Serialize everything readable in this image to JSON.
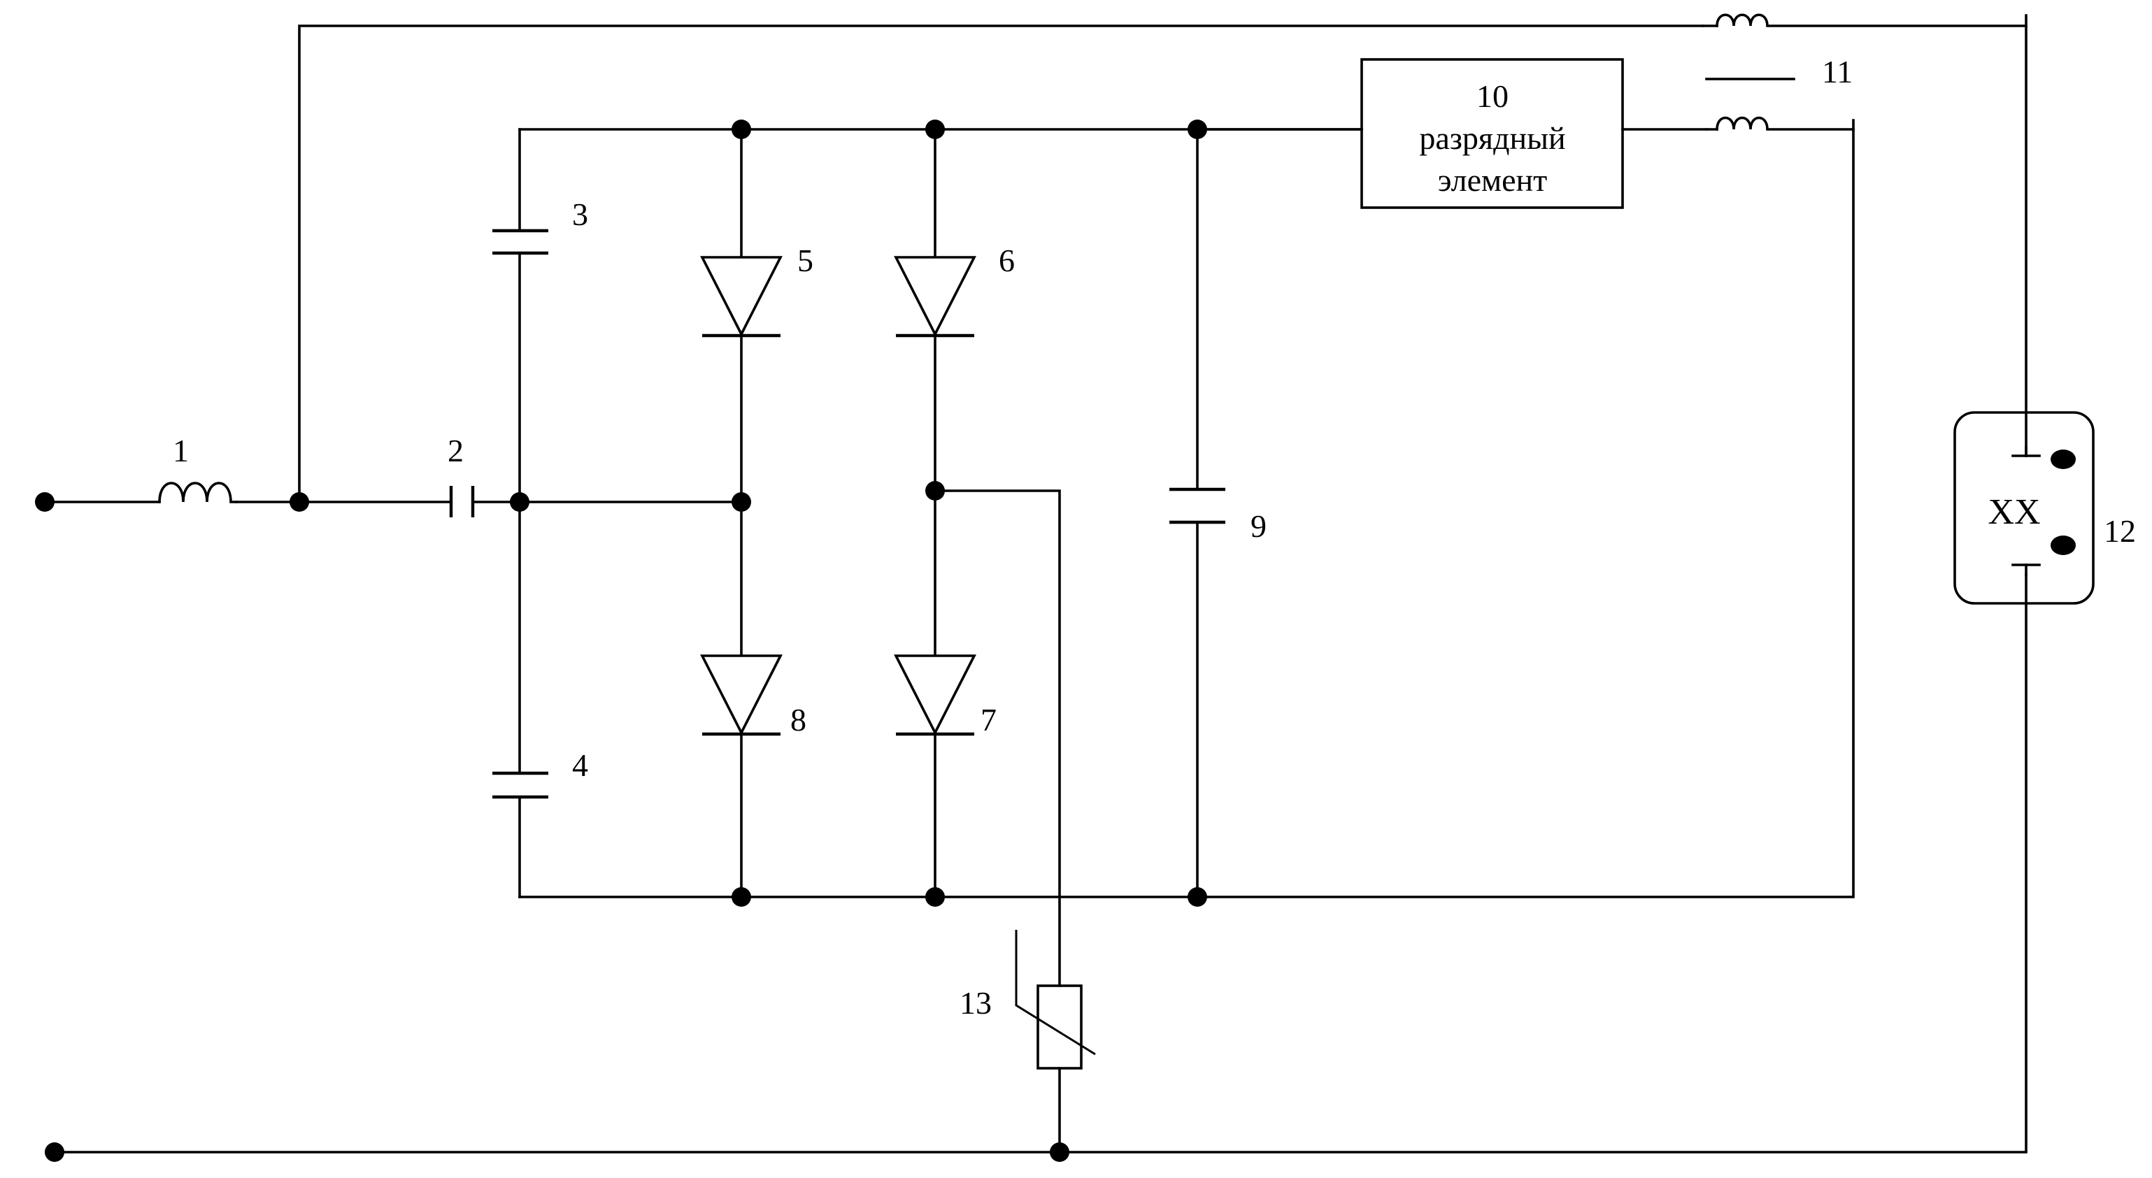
{
  "diagram": {
    "labels": {
      "inductor_1": "1",
      "capacitor_2": "2",
      "capacitor_3": "3",
      "capacitor_4": "4",
      "diode_5": "5",
      "diode_6": "6",
      "diode_7": "7",
      "diode_8": "8",
      "capacitor_9": "9",
      "discharge_element": "10",
      "transformer_11": "11",
      "socket_12": "12",
      "varistor_13": "13"
    },
    "discharge_element_text": {
      "line1": "разрядный",
      "line2": "элемент"
    },
    "socket_text": "XX"
  }
}
